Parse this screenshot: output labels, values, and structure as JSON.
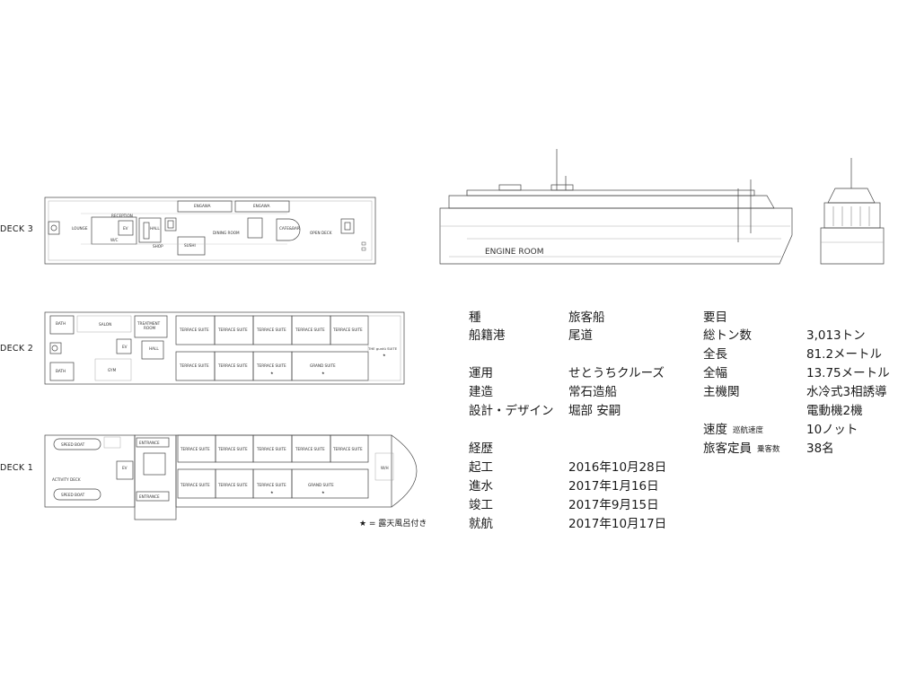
{
  "decks": {
    "deck3": {
      "label": "DECK 3",
      "rooms": {
        "reception": "RECEPTION",
        "lounge": "LOUNGE",
        "ev": "EV",
        "wc": "W/C",
        "hall": "HALL",
        "shop": "SHOP",
        "engawa1": "ENGAWA",
        "engawa2": "ENGAWA",
        "sushi": "SUSHI",
        "dining": "DINING ROOM",
        "cafe": "CAFE&BAR",
        "opendeck": "OPEN DECK"
      }
    },
    "deck2": {
      "label": "DECK 2",
      "rooms": {
        "bath_top": "BATH",
        "bath_bottom": "BATH",
        "salon": "SALON",
        "treatment": "TREATMENT",
        "treatment2": "ROOM",
        "ev": "EV",
        "hall": "HALL",
        "gym": "GYM",
        "terrace": "TERRACE SUITE",
        "grand": "GRAND SUITE",
        "guntu": "THE guntû SUITE",
        "star": "★"
      }
    },
    "deck1": {
      "label": "DECK 1",
      "rooms": {
        "speed_top": "SPEED BOAT",
        "speed_bottom": "SPEED BOAT",
        "activity": "ACTIVITY DECK",
        "ev": "EV",
        "entrance_top": "ENTRANCE",
        "entrance_bottom": "ENTRANCE",
        "terrace": "TERRACE SUITE",
        "grand": "GRAND SUITE",
        "wh": "W/H",
        "star": "★"
      }
    }
  },
  "profile": {
    "engine_room": "ENGINE ROOM"
  },
  "legend": "★ = 露天風呂付き",
  "specs_left": [
    {
      "label": "種",
      "value": "旅客船"
    },
    {
      "label": "船籍港",
      "value": "尾道"
    },
    {
      "label": "運用",
      "value": "せとうちクルーズ"
    },
    {
      "label": "建造",
      "value": "常石造船"
    },
    {
      "label": "設計・デザイン",
      "value": "堀部 安嗣"
    }
  ],
  "history": {
    "heading": "経歴",
    "rows": [
      {
        "label": "起工",
        "value": "2016年10月28日"
      },
      {
        "label": "進水",
        "value": "2017年1月16日"
      },
      {
        "label": "竣工",
        "value": "2017年9月15日"
      },
      {
        "label": "就航",
        "value": "2017年10月17日"
      }
    ]
  },
  "specs_right": {
    "heading": "要目",
    "rows": [
      {
        "label": "総トン数",
        "note": "",
        "value": "3,013トン"
      },
      {
        "label": "全長",
        "note": "",
        "value": "81.2メートル"
      },
      {
        "label": "全幅",
        "note": "",
        "value": "13.75メートル"
      },
      {
        "label": "主機関",
        "note": "",
        "value": "水冷式3相誘導"
      },
      {
        "label": "",
        "note": "",
        "value": "電動機2機"
      },
      {
        "label": "速度",
        "note": "巡航速度",
        "value": "10ノット"
      },
      {
        "label": "旅客定員",
        "note": "乗客数",
        "value": "38名"
      }
    ]
  }
}
